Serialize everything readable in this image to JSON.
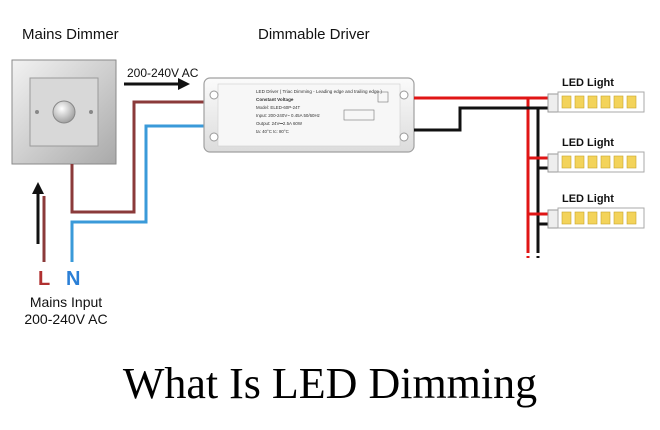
{
  "labels": {
    "mains_dimmer": "Mains Dimmer",
    "dimmable_driver": "Dimmable Driver",
    "voltage_top": "200-240V AC",
    "live": "L",
    "neutral": "N",
    "mains_input_line1": "Mains Input",
    "mains_input_line2": "200-240V AC",
    "led_light": [
      "LED Light",
      "LED Light",
      "LED Light"
    ]
  },
  "driver_text": {
    "line1": "LED Driver ( Triac Dimming - Leading edge and trailing edge )",
    "line2": "Constant Voltage",
    "line3": "Model: ELED-60P-24T",
    "line4": "Input: 200-240V~ 0.45A 50/60Hz",
    "line5": "Output: 24V⎓2.5A 60W",
    "line6": "ta: 40°C  tc: 80°C"
  },
  "title": "What Is LED Dimming",
  "colors": {
    "live_wire": "#8b3a3a",
    "neutral_wire": "#3a9ad9",
    "positive_wire": "#e01515",
    "negative_wire": "#111111",
    "led_chip": "#f3d35a"
  }
}
